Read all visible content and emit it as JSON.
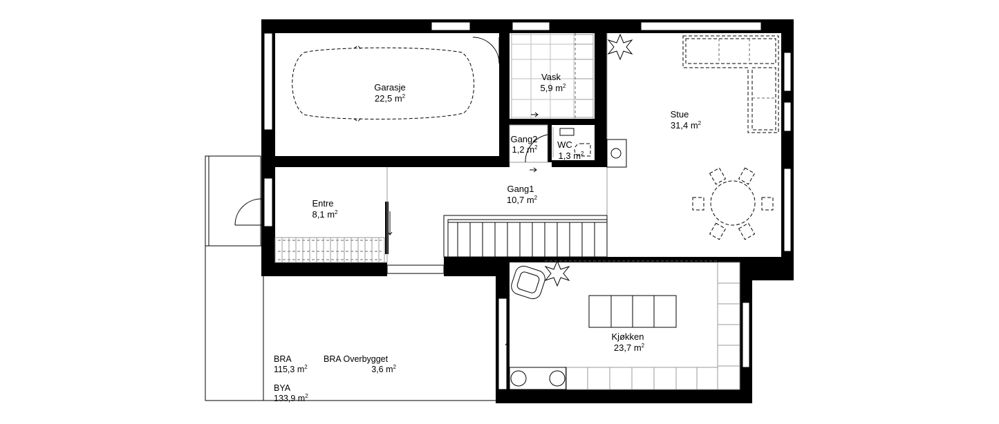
{
  "area_unit": "m",
  "area_exponent": "2",
  "rooms": [
    {
      "name": "Garasje",
      "area": "22,5"
    },
    {
      "name": "Vask",
      "area": "5,9"
    },
    {
      "name": "Stue",
      "area": "31,4"
    },
    {
      "name": "Gang2",
      "area": "1,2"
    },
    {
      "name": "WC",
      "area": "1,3"
    },
    {
      "name": "Gang1",
      "area": "10,7"
    },
    {
      "name": "Entre",
      "area": "8,1"
    },
    {
      "name": "Kjøkken",
      "area": "23,7"
    }
  ],
  "stats": [
    {
      "label": "BRA",
      "value": "115,3"
    },
    {
      "label": "BRA Overbygget",
      "value": "3,6"
    },
    {
      "label": "BYA",
      "value": "133,9"
    }
  ]
}
